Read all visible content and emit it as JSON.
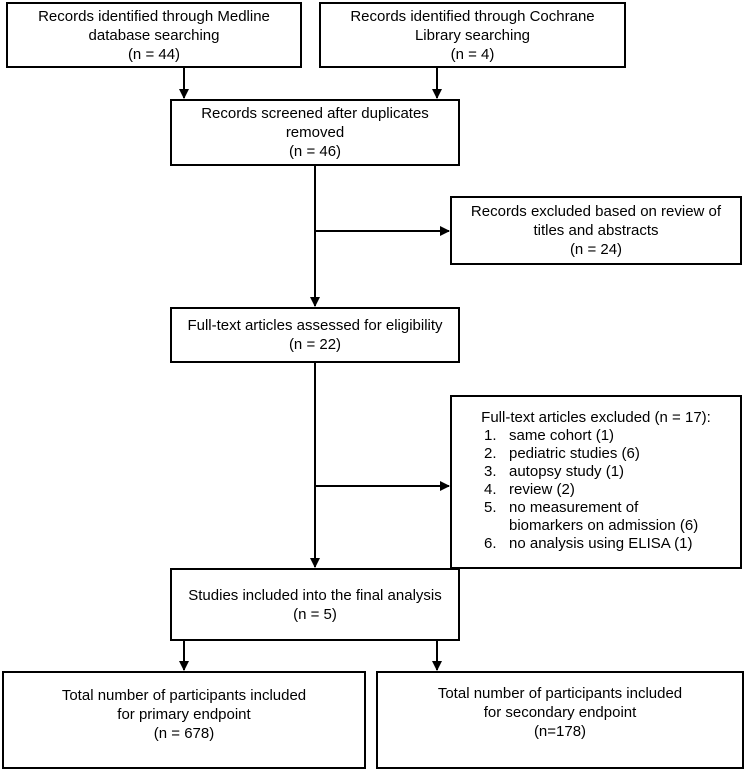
{
  "boxes": {
    "medline": {
      "lines": [
        "Records identified through Medline",
        "database searching",
        "(n = 44)"
      ]
    },
    "cochrane": {
      "lines": [
        "Records identified through Cochrane",
        "Library searching",
        "(n = 4)"
      ]
    },
    "screened": {
      "lines": [
        "Records screened after duplicates",
        "removed",
        "(n = 46)"
      ]
    },
    "excluded_titles": {
      "lines": [
        "Records excluded based on review of",
        "titles and abstracts",
        "(n = 24)"
      ]
    },
    "fulltext": {
      "lines": [
        "Full-text articles assessed for eligibility",
        "(n = 22)"
      ]
    },
    "excluded_fulltext": {
      "heading": "Full-text articles excluded (n = 17):",
      "items": [
        {
          "num": "1.",
          "lines": [
            "same cohort (1)"
          ]
        },
        {
          "num": "2.",
          "lines": [
            "pediatric studies (6)"
          ]
        },
        {
          "num": "3.",
          "lines": [
            "autopsy study (1)"
          ]
        },
        {
          "num": "4.",
          "lines": [
            "review (2)"
          ]
        },
        {
          "num": "5.",
          "lines": [
            "no measurement of",
            "biomarkers on admission (6)"
          ]
        },
        {
          "num": "6.",
          "lines": [
            "no analysis using ELISA (1)"
          ]
        }
      ]
    },
    "included": {
      "lines": [
        "Studies included into the final analysis",
        "(n = 5)"
      ]
    },
    "primary": {
      "lines": [
        "Total number of participants included",
        "for primary endpoint",
        "(n = 678)"
      ]
    },
    "secondary": {
      "lines": [
        "Total number of participants included",
        "for secondary endpoint",
        "(n=178)"
      ]
    }
  }
}
